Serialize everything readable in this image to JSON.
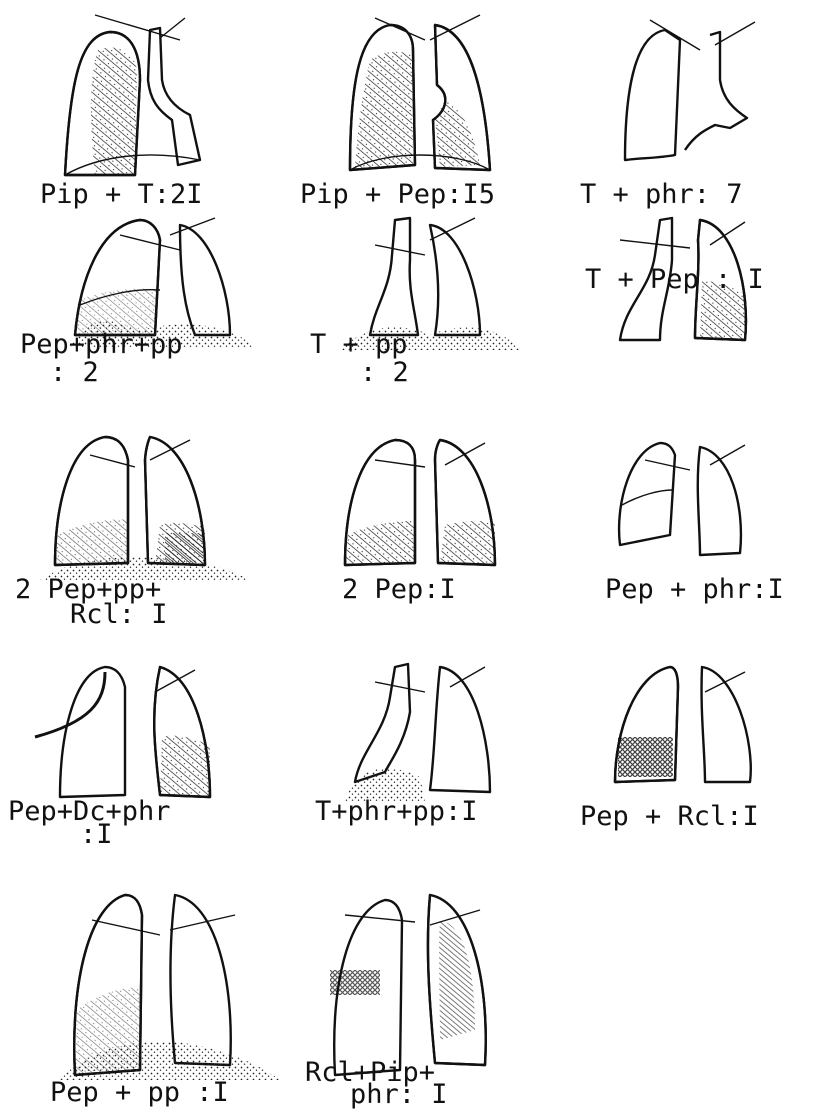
{
  "figure": {
    "panels": [
      {
        "label": "Pip + T:2I",
        "label2": ""
      },
      {
        "label": "Pip + Pep:I5",
        "label2": ""
      },
      {
        "label": "T + phr: 7",
        "label2": ""
      },
      {
        "label": "Pep+phr+pp",
        "label2": ": 2"
      },
      {
        "label": "T + pp",
        "label2": ": 2"
      },
      {
        "label": "T + Pep : I",
        "label2": ""
      },
      {
        "label": "2 Pep+pp+",
        "label2": "Rcl: I"
      },
      {
        "label": "2 Pep:I",
        "label2": ""
      },
      {
        "label": "Pep + phr:I",
        "label2": ""
      },
      {
        "label": "Pep+Dc+phr",
        "label2": ":I"
      },
      {
        "label": "T+phr+pp:I",
        "label2": ""
      },
      {
        "label": "Pep + Rcl:I",
        "label2": ""
      },
      {
        "label": "Pep + pp :I",
        "label2": ""
      },
      {
        "label": "Rcl+Pip+",
        "label2": "phr: I"
      }
    ]
  }
}
